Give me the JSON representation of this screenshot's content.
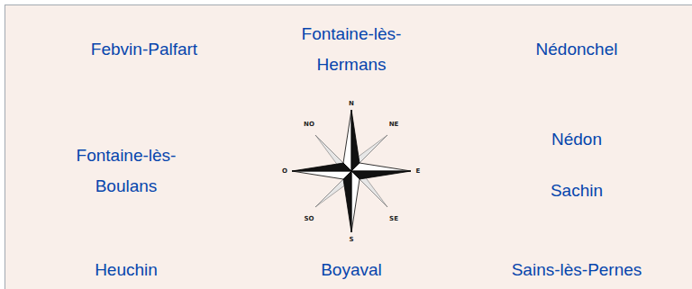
{
  "diagram": {
    "labels": [
      "Febvin-Palfart",
      "Fontaine-lès-Hermans",
      "Nédonchel",
      "Fontaine-lès-Boulans",
      "Nédon",
      "Sachin",
      "Heuchin",
      "Boyaval",
      "Sains-lès-Pernes",
      "N",
      "NO",
      "NE",
      "O",
      "E",
      "SO",
      "SE",
      "S"
    ]
  }
}
